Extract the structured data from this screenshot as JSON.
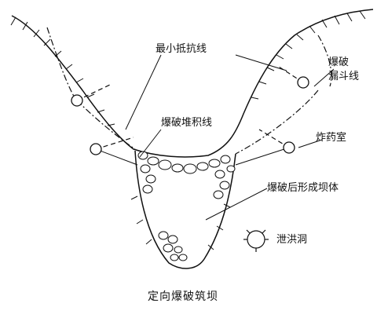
{
  "labels": {
    "least_resistance_line": "最小抵抗线",
    "blast_funnel_line_1": "爆破",
    "blast_funnel_line_2": "漏斗线",
    "blast_pile_line": "爆破堆积线",
    "explosive_chamber": "炸药室",
    "formed_dam_body": "爆破后形成坝体",
    "spillway_tunnel": "泄洪洞"
  },
  "caption": "定向爆破筑坝"
}
